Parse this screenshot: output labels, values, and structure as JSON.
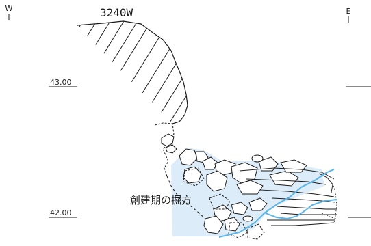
{
  "section": {
    "west_mark": "W",
    "east_mark": "E",
    "grid_label": "3240W",
    "elevation_upper": "43.00",
    "elevation_lower": "42.00",
    "phase_label": "創建期の掘方"
  },
  "colors": {
    "ink": "#1a1a1a",
    "fill_area": "#dcecf8",
    "boundary_line": "#5ab4e6"
  }
}
